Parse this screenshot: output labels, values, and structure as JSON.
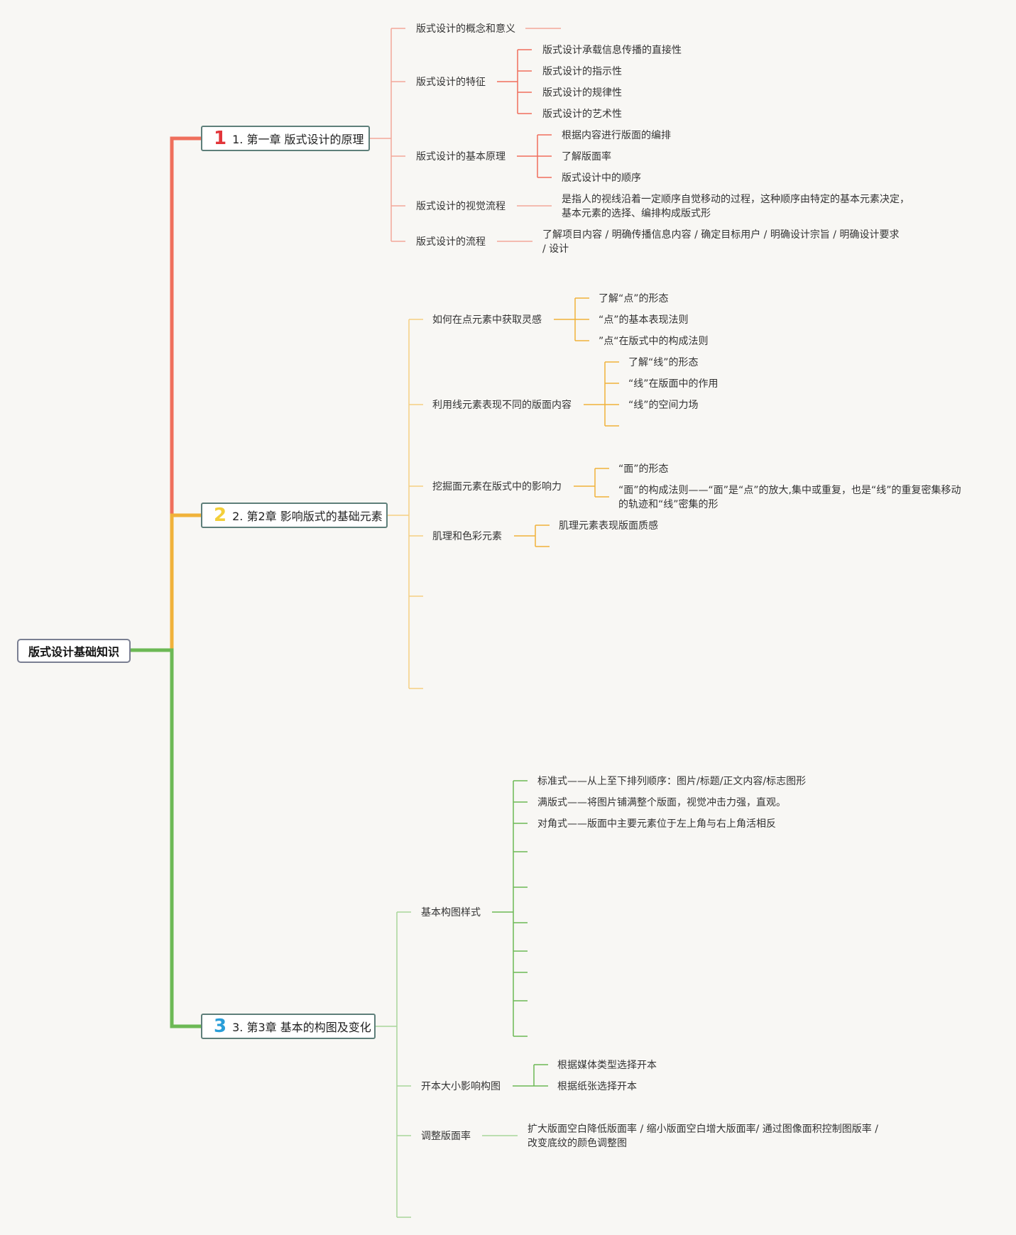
{
  "colors": {
    "c1": "#ef6f5c",
    "c2": "#f0b23a",
    "c3": "#6cb955",
    "c1_light": "#f2a79a",
    "c2_light": "#f5cf82",
    "c3_light": "#a8d59a"
  },
  "root": {
    "label": "版式设计基础知识"
  },
  "chapters": [
    {
      "num": "1",
      "label": "1. 第一章 版式设计的原理",
      "sections": [
        {
          "label": "版式设计的概念和意义",
          "items": []
        },
        {
          "label": "版式设计的特征",
          "items": [
            "版式设计承载信息传播的直接性",
            "版式设计的指示性",
            "版式设计的规律性",
            "版式设计的艺术性"
          ]
        },
        {
          "label": "版式设计的基本原理",
          "items": [
            "根据内容进行版面的编排",
            "了解版面率",
            "版式设计中的顺序"
          ]
        },
        {
          "label": "版式设计的视觉流程",
          "items": [
            "是指人的视线沿着一定顺序自觉移动的过程，这种顺序由特定的基本元素决定，基本元素的选择、编排构成版式形"
          ]
        },
        {
          "label": "版式设计的流程",
          "items": [
            "了解项目内容 / 明确传播信息内容 / 确定目标用户 / 明确设计宗旨 / 明确设计要求 / 设计"
          ]
        }
      ]
    },
    {
      "num": "2",
      "label": "2. 第2章 影响版式的基础元素",
      "sections": [
        {
          "label": "如何在点元素中获取灵感",
          "items": [
            "了解“点”的形态",
            "“点”的基本表现法则",
            "”点“在版式中的构成法则"
          ]
        },
        {
          "label": "利用线元素表现不同的版面内容",
          "items": [
            "了解“线”的形态",
            "“线”在版面中的作用",
            "“线”的空间力场"
          ]
        },
        {
          "label": "挖掘面元素在版式中的影响力",
          "items": [
            "“面”的形态",
            "“面”的构成法则——“面”是“点”的放大,集中或重复，也是“线”的重复密集移动的轨迹和“线”密集的形"
          ]
        },
        {
          "label": "肌理和色彩元素",
          "items": [
            "肌理元素表现版面质感"
          ]
        }
      ]
    },
    {
      "num": "3",
      "label": "3. 第3章 基本的构图及变化",
      "sections": [
        {
          "label": "基本构图样式",
          "items": [
            "标准式——从上至下排列顺序：图片/标题/正文内容/标志图形",
            "满版式——将图片铺满整个版面，视觉冲击力强，直观。",
            "对角式——版面中主要元素位于左上角与右上角活相反"
          ]
        },
        {
          "label": "开本大小影响构图",
          "items": [
            "根据媒体类型选择开本",
            "根据纸张选择开本"
          ]
        },
        {
          "label": "调整版面率",
          "items": [
            "扩大版面空白降低版面率 / 缩小版面空白增大版面率/ 通过图像面积控制图版率 / 改变底纹的颜色调整图"
          ]
        }
      ]
    }
  ]
}
